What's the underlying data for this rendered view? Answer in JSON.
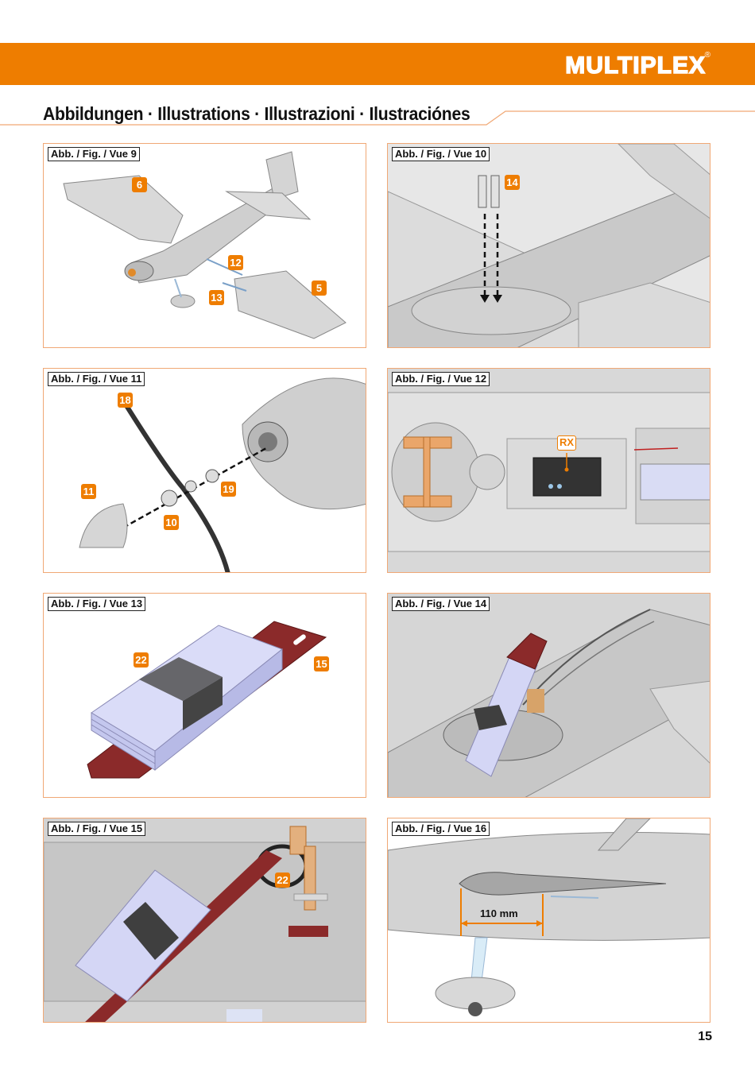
{
  "header": {
    "brand": "MULTIPLEX",
    "registered_mark": "®"
  },
  "page_title": "Abbildungen · Illustrations · Illustrazioni · Ilustraciónes",
  "figures": [
    {
      "label": "Abb. / Fig. / Vue 9",
      "callouts": [
        "6",
        "12",
        "5",
        "13"
      ]
    },
    {
      "label": "Abb. / Fig. / Vue 10",
      "callouts": [
        "14"
      ]
    },
    {
      "label": "Abb. / Fig. / Vue 11",
      "callouts": [
        "18",
        "19",
        "11",
        "10"
      ]
    },
    {
      "label": "Abb. / Fig. / Vue 12",
      "callouts": [
        "RX"
      ]
    },
    {
      "label": "Abb. / Fig. / Vue 13",
      "callouts": [
        "22",
        "15"
      ]
    },
    {
      "label": "Abb. / Fig. / Vue 14",
      "callouts": []
    },
    {
      "label": "Abb. / Fig. / Vue 15",
      "callouts": [
        "22"
      ]
    },
    {
      "label": "Abb. / Fig. / Vue 16",
      "callouts": [],
      "dimension": "110 mm"
    }
  ],
  "page_number": "15",
  "colors": {
    "accent": "#ee7d00",
    "panel_border": "#f0a875",
    "battery": "#c9ccf2",
    "strap": "#8b2a2a"
  }
}
